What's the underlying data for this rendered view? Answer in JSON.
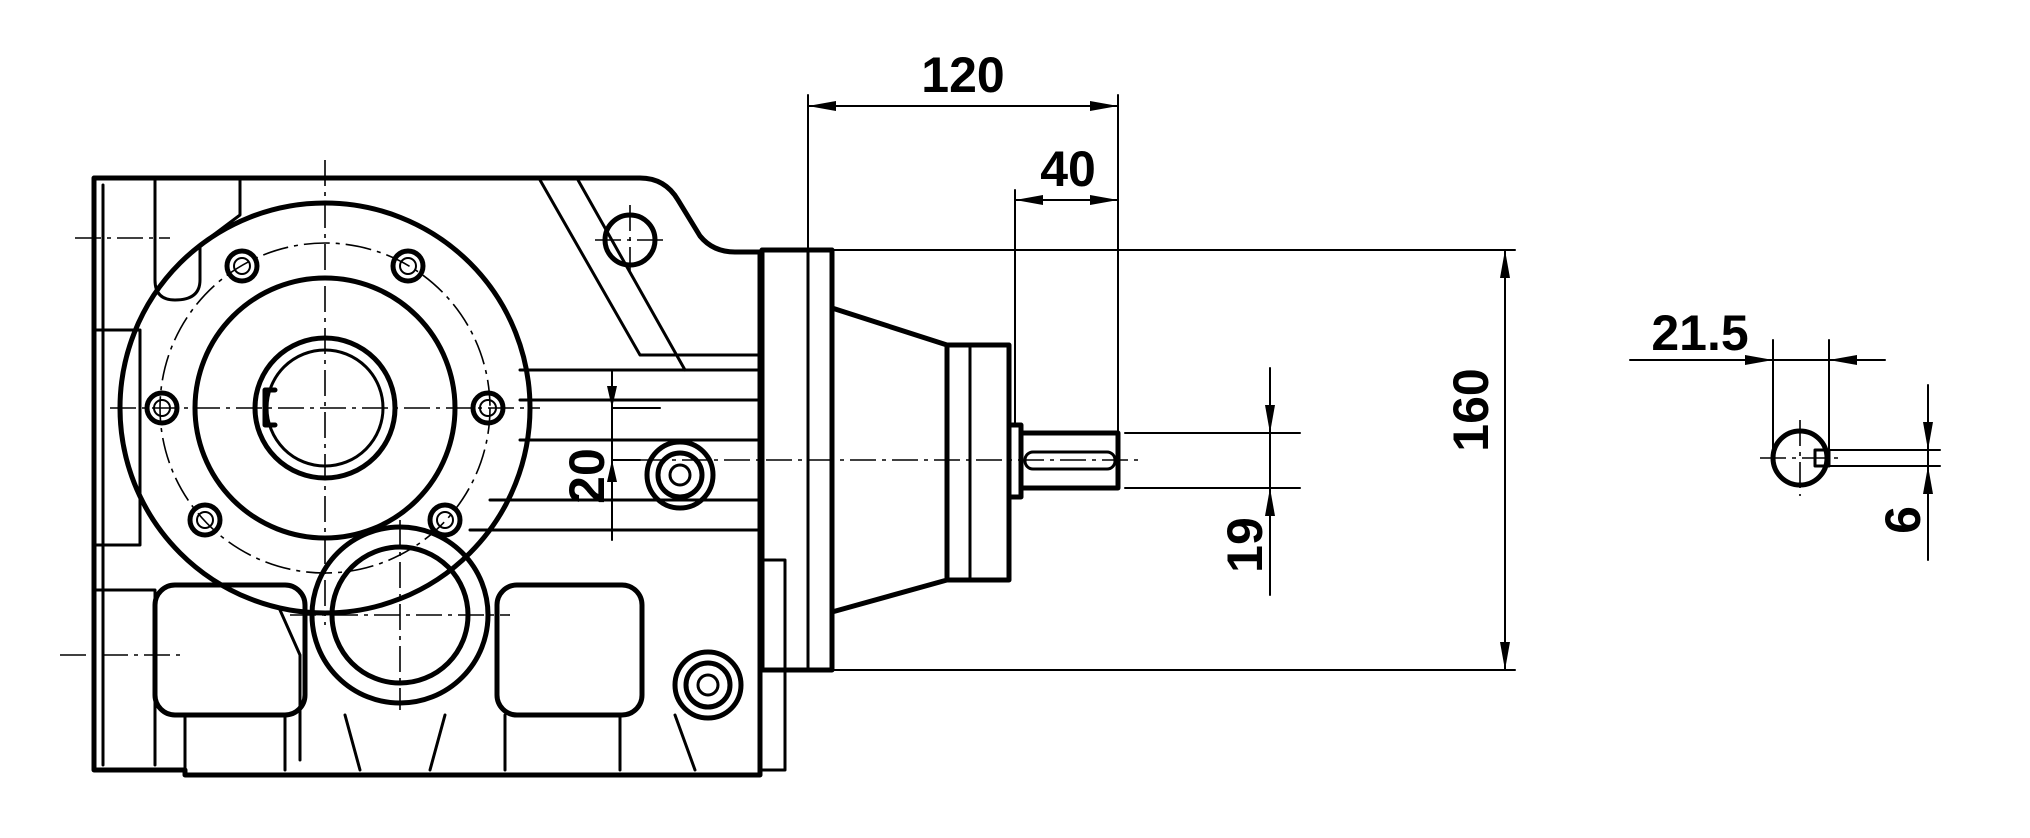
{
  "dimensions": {
    "flange_to_shaft_end": "120",
    "shaft_length": "40",
    "flange_height": "160",
    "shaft_offset": "20",
    "shaft_diameter": "19",
    "keyway_depth": "21.5",
    "key_width": "6"
  },
  "colors": {
    "line": "#000000",
    "background": "#ffffff"
  }
}
